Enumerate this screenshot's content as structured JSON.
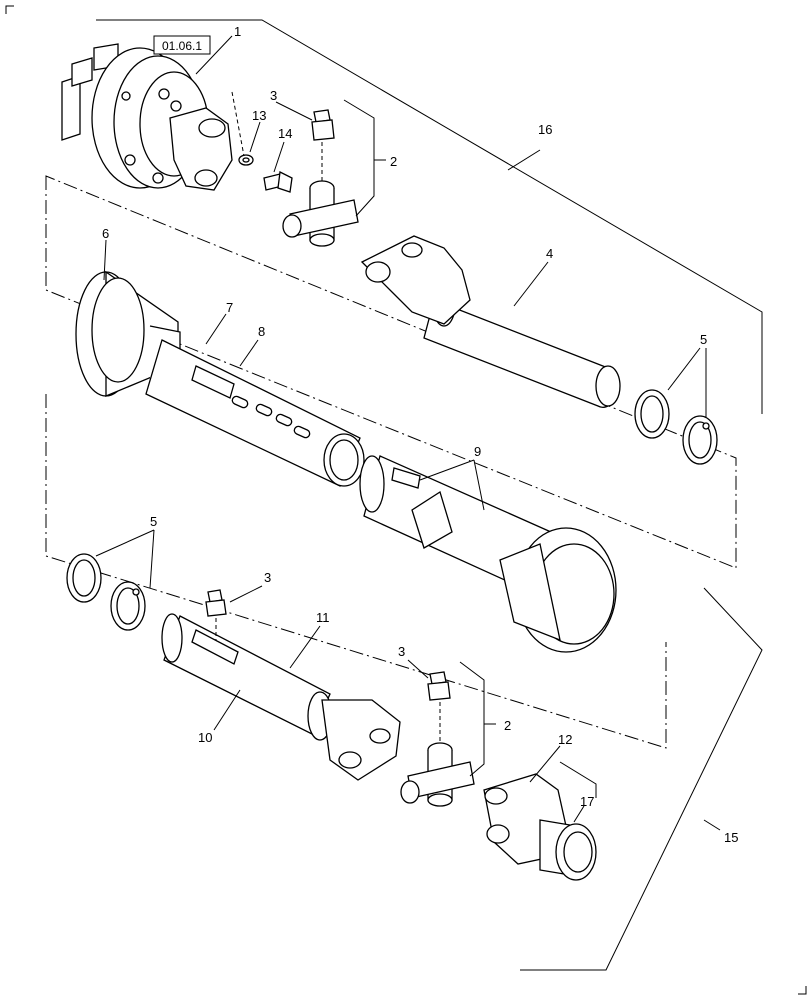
{
  "reference_box": "01.06.1",
  "callouts": {
    "c1": "1",
    "c2a": "2",
    "c2b": "2",
    "c3a": "3",
    "c3b": "3",
    "c3c": "3",
    "c4": "4",
    "c5a": "5",
    "c5b": "5",
    "c6": "6",
    "c7": "7",
    "c8": "8",
    "c9": "9",
    "c10": "10",
    "c11": "11",
    "c12": "12",
    "c13": "13",
    "c14": "14",
    "c15": "15",
    "c16": "16",
    "c17": "17"
  }
}
